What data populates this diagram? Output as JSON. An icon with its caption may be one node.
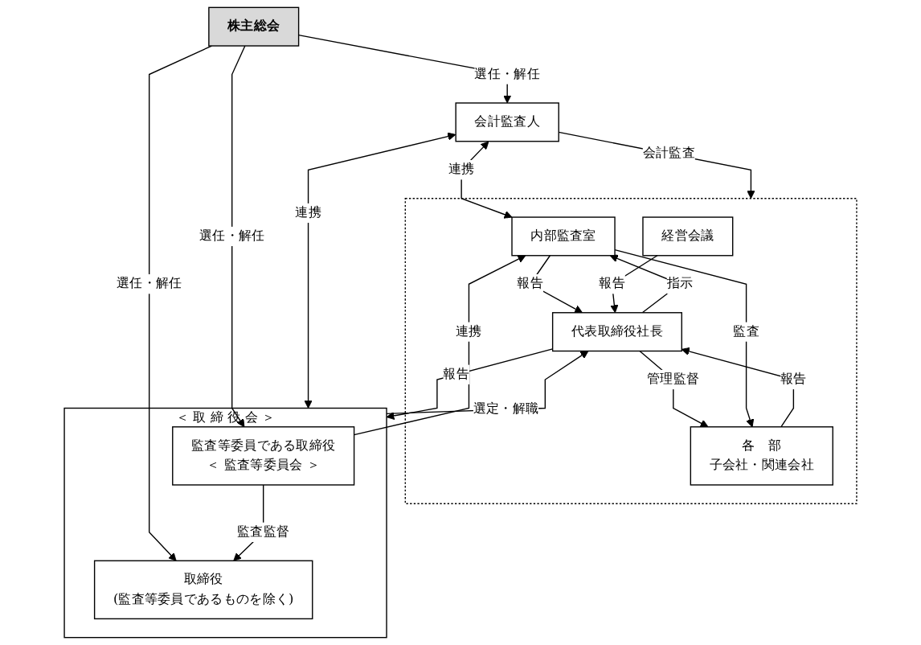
{
  "diagram": {
    "nodes": [
      {
        "text": [
          "株主総会"
        ]
      },
      {
        "text": [
          "会計監査人"
        ]
      },
      {
        "text": [
          "＜ 取 締 役 会 ＞"
        ]
      },
      {
        "text": [
          "監査等委員である取締役",
          "＜ 監査等委員会 ＞"
        ],
        "in": 2
      },
      {
        "text": [
          "取締役",
          "(監査等委員であるものを除く)"
        ],
        "in": 2
      },
      {
        "text": [],
        "shape": "box"
      },
      {
        "text": [
          "内部監査室"
        ],
        "in": 5
      },
      {
        "text": [
          "代表取締役社長"
        ],
        "in": 5
      },
      {
        "text": [
          "経営会議"
        ],
        "in": 5
      },
      {
        "text": [
          "各　部",
          "子会社・関連会社"
        ],
        "in": 5
      }
    ],
    "edges": [
      {
        "from": 0,
        "to": 1,
        "arrow": "to",
        "label": "選任・解任"
      },
      {
        "from": 0,
        "to": 3,
        "arrow": "to",
        "label": "選任・解任"
      },
      {
        "from": 0,
        "to": 4,
        "arrow": "to",
        "label": "選任・解任"
      },
      {
        "from": 1,
        "to": 2,
        "arrow": "both",
        "label": "連携"
      },
      {
        "from": 3,
        "to": 4,
        "arrow": "to",
        "label": "監査監督"
      },
      {
        "from": 1,
        "to": 6,
        "arrow": "both",
        "label": "連携"
      },
      {
        "from": 3,
        "to": 6,
        "arrow": "to",
        "label": "連携"
      },
      {
        "from": 1,
        "to": 5,
        "arrow": "to",
        "label": "会計監査"
      },
      {
        "from": 2,
        "to": 7,
        "arrow": "to",
        "label": "選定・解職"
      },
      {
        "from": 7,
        "to": 2,
        "arrow": "to",
        "label": "報告"
      },
      {
        "from": 7,
        "to": 6,
        "arrow": "to",
        "label": "指示"
      },
      {
        "from": 6,
        "to": 7,
        "arrow": "to",
        "label": "報告"
      },
      {
        "from": 8,
        "to": 7,
        "arrow": "to",
        "label": "報告"
      },
      {
        "from": 7,
        "to": 9,
        "arrow": "to",
        "label": "管理監督"
      },
      {
        "from": 9,
        "to": 7,
        "arrow": "to",
        "label": "報告"
      },
      {
        "from": 6,
        "to": 9,
        "arrow": "to",
        "label": "監査"
      }
    ]
  }
}
